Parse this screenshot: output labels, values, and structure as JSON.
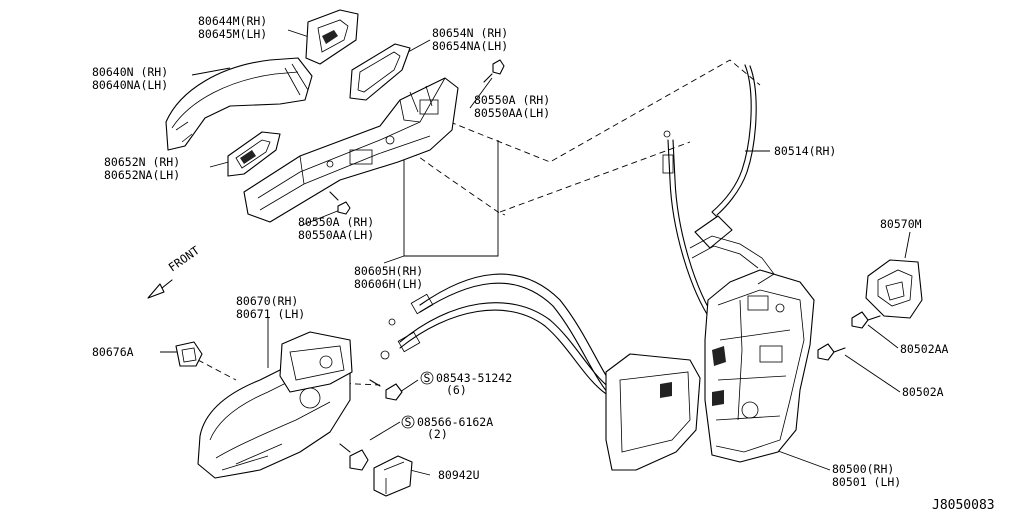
{
  "diagram": {
    "code": "J8050083",
    "front": "FRONT",
    "labels": {
      "p80644": [
        "80644M(RH)",
        "80645M(LH)"
      ],
      "p80654": [
        "80654N  (RH)",
        "80654NA(LH)"
      ],
      "p80640": [
        "80640N  (RH)",
        "80640NA(LH)"
      ],
      "p80550_top": [
        "80550A  (RH)",
        "80550AA(LH)"
      ],
      "p80652": [
        "80652N  (RH)",
        "80652NA(LH)"
      ],
      "p80514": [
        "80514(RH)"
      ],
      "p80550_mid": [
        "80550A  (RH)",
        "80550AA(LH)"
      ],
      "p80570": [
        "80570M"
      ],
      "p80605": [
        "80605H(RH)",
        "80606H(LH)"
      ],
      "p80670": [
        "80670(RH)",
        "80671 (LH)"
      ],
      "p80676": [
        "80676A"
      ],
      "p80502AA": [
        "80502AA"
      ],
      "p08543": [
        "08543-51242",
        "(6)"
      ],
      "p80502A": [
        "80502A"
      ],
      "p08566": [
        "08566-6162A",
        "(2)"
      ],
      "p80942": [
        "80942U"
      ],
      "p80500": [
        "80500(RH)",
        "80501 (LH)"
      ]
    },
    "bolt_marker": "S"
  }
}
